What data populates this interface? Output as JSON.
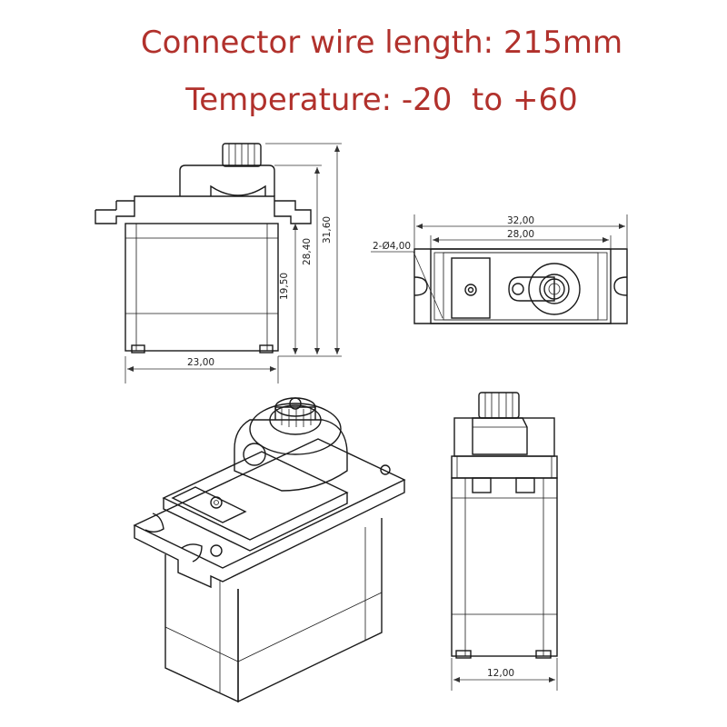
{
  "header": {
    "line1": "Connector wire length: 215mm",
    "line2": "Temperature: -20  to +60"
  },
  "colors": {
    "header_text": "#b1312c",
    "drawing_line": "#1a1a1a"
  },
  "front_view": {
    "dim_total_height": "31,60",
    "dim_flange_height": "28,40",
    "dim_body_height": "19,50",
    "dim_width": "23,00"
  },
  "top_view": {
    "dim_overall_length": "32,00",
    "dim_hole_spacing": "28,00",
    "dim_holes": "2-Ø4,00"
  },
  "side_view": {
    "dim_width": "12,00"
  }
}
